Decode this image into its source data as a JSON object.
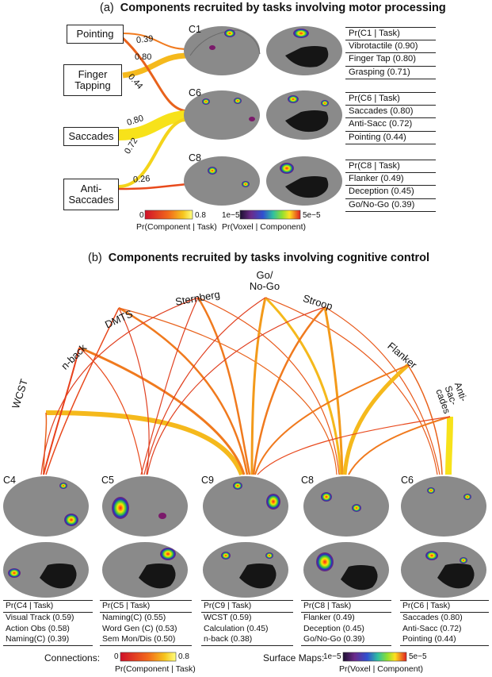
{
  "panel_a": {
    "title_prefix": "(a)",
    "title": "Components recruited by tasks involving motor processing",
    "tasks": [
      "Pointing",
      "Finger Tapping",
      "Saccades",
      "Anti-Saccades"
    ],
    "components": [
      "C1",
      "C6",
      "C8"
    ],
    "edges": [
      {
        "task": "Pointing",
        "component": "C1",
        "weight": 0.39,
        "label": "0.39"
      },
      {
        "task": "Finger Tapping",
        "component": "C1",
        "weight": 0.8,
        "label": "0.80"
      },
      {
        "task": "Pointing",
        "component": "C6",
        "weight": 0.44,
        "label": "0.44"
      },
      {
        "task": "Saccades",
        "component": "C6",
        "weight": 0.8,
        "label": "0.80"
      },
      {
        "task": "Anti-Saccades",
        "component": "C6",
        "weight": 0.72,
        "label": "0.72"
      },
      {
        "task": "Anti-Saccades",
        "component": "C8",
        "weight": 0.26,
        "label": "0.26"
      }
    ],
    "tables": [
      {
        "header": "Pr(C1 | Task)",
        "rows": [
          "Vibrotactile  (0.90)",
          "Finger Tap (0.80)",
          "Grasping (0.71)"
        ]
      },
      {
        "header": "Pr(C6 | Task)",
        "rows": [
          "Saccades (0.80)",
          "Anti-Sacc (0.72)",
          "Pointing (0.44)"
        ]
      },
      {
        "header": "Pr(C8 | Task)",
        "rows": [
          "Flanker (0.49)",
          "Deception (0.45)",
          "Go/No-Go (0.39)"
        ]
      }
    ],
    "legend_conn": {
      "min": "0",
      "max": "0.8",
      "label": "Pr(Component | Task)"
    },
    "legend_surf": {
      "min": "1e−5",
      "max": "5e−5",
      "label": "Pr(Voxel | Component)"
    }
  },
  "panel_b": {
    "title_prefix": "(b)",
    "title": "Components recruited by tasks involving cognitive control",
    "tasks": [
      "WCST",
      "n-back",
      "DMTS",
      "Sternberg",
      "Go/ No-Go",
      "Stroop",
      "Flanker",
      "Anti-Sac- cades"
    ],
    "components": [
      "C4",
      "C5",
      "C9",
      "C8",
      "C6"
    ],
    "tables": [
      {
        "header": "Pr(C4 | Task)",
        "rows": [
          "Visual Track (0.59)",
          "Action Obs (0.58)",
          "Naming(C) (0.39)"
        ]
      },
      {
        "header": "Pr(C5 | Task)",
        "rows": [
          "Naming(C) (0.55)",
          "Word Gen (C) (0.53)",
          "Sem Mon/Dis (0.50)"
        ]
      },
      {
        "header": "Pr(C9 | Task)",
        "rows": [
          "WCST (0.59)",
          "Calculation (0.45)",
          "n-back (0.38)"
        ]
      },
      {
        "header": "Pr(C8 | Task)",
        "rows": [
          "Flanker (0.49)",
          "Deception (0.45)",
          "Go/No-Go (0.39)"
        ]
      },
      {
        "header": "Pr(C6 | Task)",
        "rows": [
          "Saccades (0.80)",
          "Anti-Sacc (0.72)",
          "Pointing (0.44)"
        ]
      }
    ],
    "legend_conn": {
      "prefix": "Connections:",
      "min": "0",
      "max": "0.8",
      "label": "Pr(Component | Task)"
    },
    "legend_surf": {
      "prefix": "Surface Maps:",
      "min": "1e−5",
      "max": "5e−5",
      "label": "Pr(Voxel | Component)"
    }
  }
}
